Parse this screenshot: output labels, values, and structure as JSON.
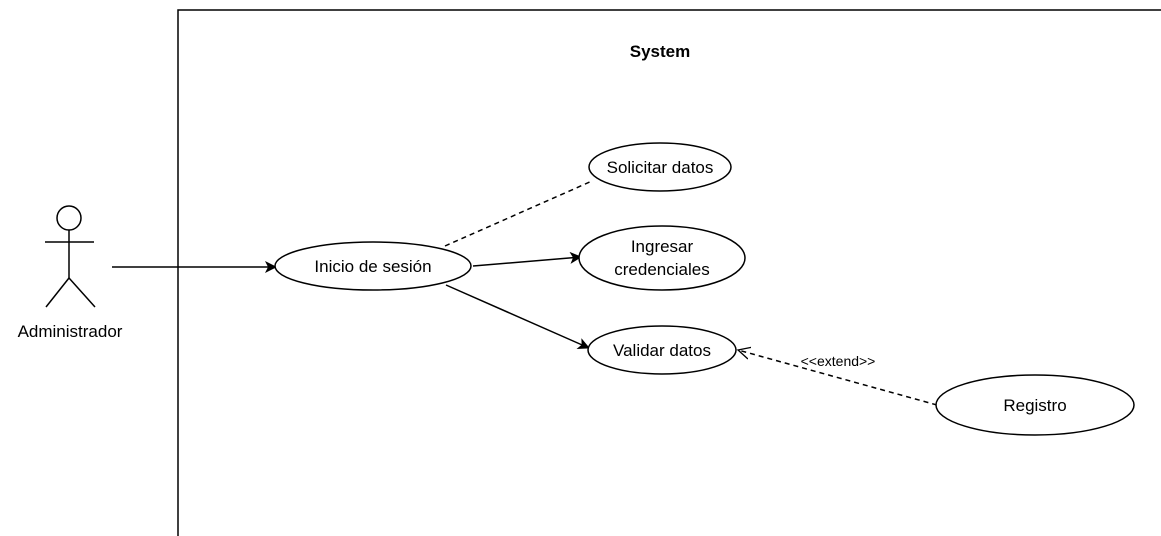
{
  "system": {
    "title": "System"
  },
  "actor": {
    "name": "Administrador"
  },
  "use_cases": {
    "inicio": "Inicio de sesión",
    "solicitar": "Solicitar datos",
    "ingresar_line1": "Ingresar",
    "ingresar_line2": "credenciales",
    "validar": "Validar datos",
    "registro": "Registro"
  },
  "relations": {
    "extend_label": "<<extend>>"
  }
}
